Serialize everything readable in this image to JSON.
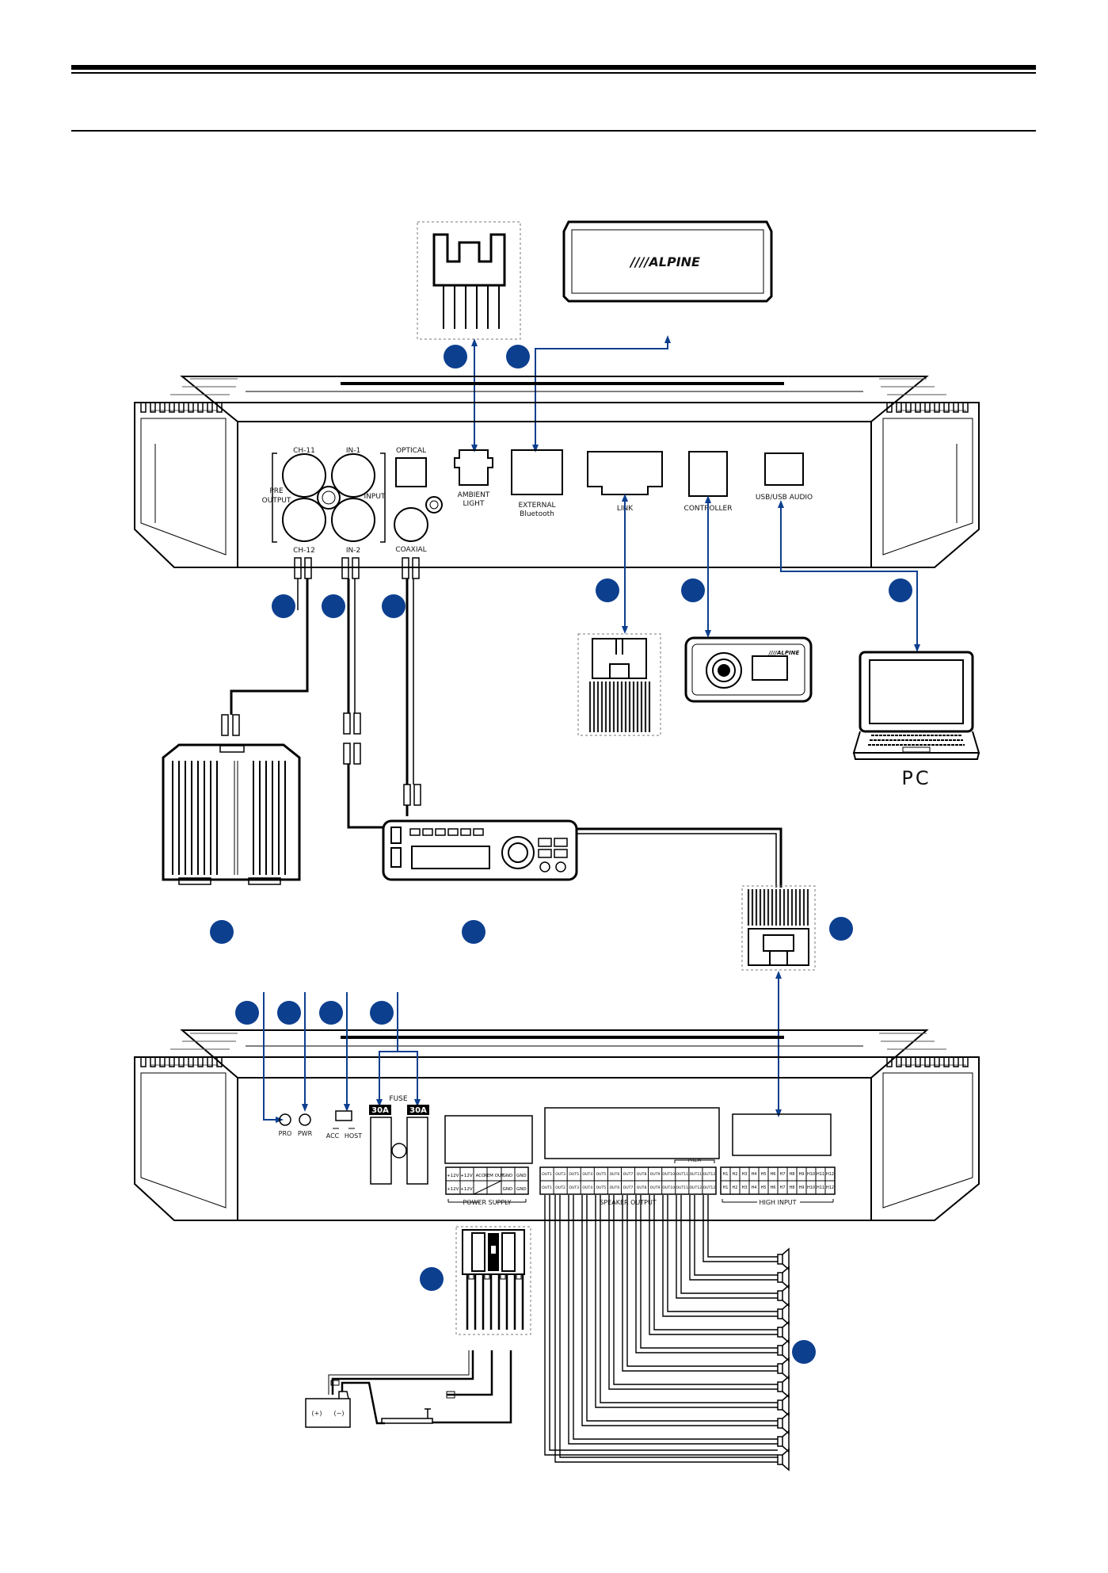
{
  "colors": {
    "accent": "#0d3f8f",
    "line": "#111111"
  },
  "top_panel": {
    "labels": {
      "ch11": "CH-11",
      "ch12": "CH-12",
      "in1": "IN-1",
      "in2": "IN-2",
      "pre": "PRE",
      "output": "OUTPUT",
      "input": "INPUT",
      "optical": "OPTICAL",
      "coaxial": "COAXIAL",
      "ambient1": "AMBIENT",
      "ambient2": "LIGHT",
      "external1": "EXTERNAL",
      "external2": "Bluetooth",
      "link": "LINK",
      "controller": "CONTROLLER",
      "usb": "USB/USB AUDIO"
    }
  },
  "devices": {
    "brand": "////ALPINE",
    "pc_label": "PC"
  },
  "bottom_panel": {
    "labels": {
      "pro": "PRO",
      "pwr": "PWR",
      "acc": "ACC",
      "host": "HOST",
      "fuse": "FUSE",
      "fuse_a": "30A",
      "fuse_b": "30A",
      "power_supply": "POWER SUPPLY",
      "speaker_output": "SPEAKER OUTPUT",
      "high_input": "HIGH INPUT",
      "prem": "PREM"
    },
    "power_terminals_top": [
      "+12V",
      "+12V",
      "ACC",
      "REM OUT",
      "GND",
      "GND"
    ],
    "power_terminals_bottom": [
      "+12V",
      "+12V",
      "",
      "",
      "GND",
      "GND"
    ],
    "speaker_terminals_top": [
      "OUT1",
      "OUT3",
      "OUT5",
      "OUT4",
      "OUT5",
      "OUT6",
      "OUT7",
      "OUT8",
      "OUT9",
      "OUT10",
      "OUT11",
      "OUT11",
      "OUT12"
    ],
    "speaker_terminals_bottom": [
      "OUT1",
      "OUT2",
      "OUT3",
      "OUT4",
      "OUT5",
      "OUT6",
      "OUT7",
      "OUT8",
      "OUT9",
      "OUT10",
      "OUT11",
      "OUT12",
      "OUT12"
    ],
    "high_input_top": [
      "H1",
      "H2",
      "H3",
      "H4",
      "H5",
      "H6",
      "H7",
      "H8",
      "H9",
      "H10",
      "H11",
      "H12"
    ],
    "high_input_bottom": [
      "H1",
      "H2",
      "H3",
      "H4",
      "H5",
      "H6",
      "H7",
      "H8",
      "H9",
      "H10",
      "H11",
      "H12"
    ],
    "battery_pos": "(+)",
    "battery_neg": "(−)"
  }
}
